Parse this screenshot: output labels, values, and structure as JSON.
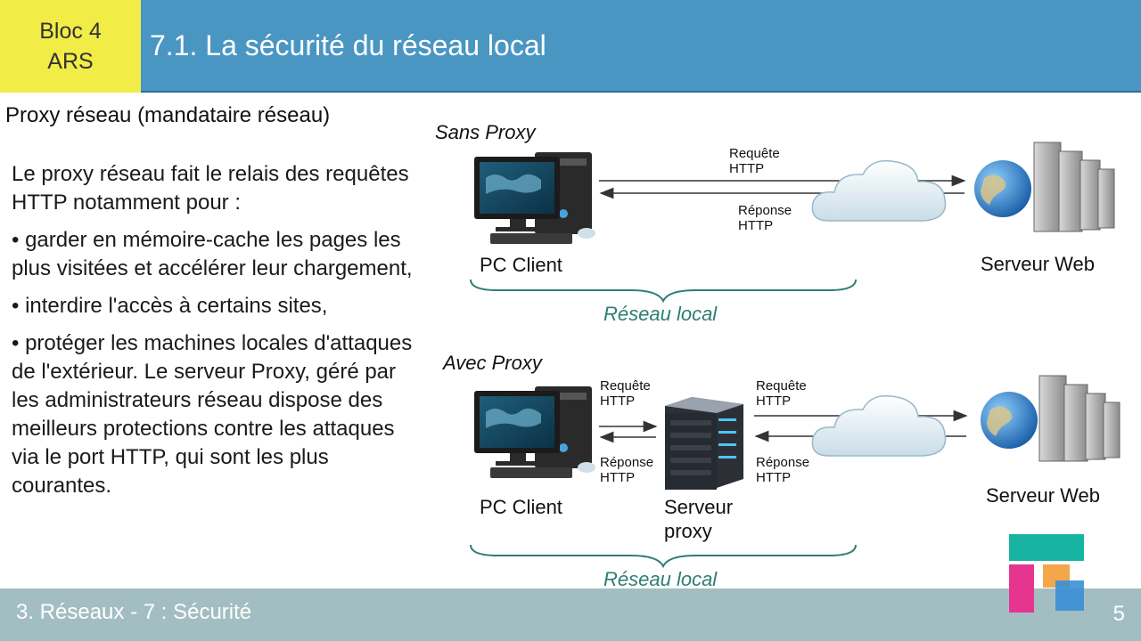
{
  "header": {
    "bloc_line1": "Bloc 4",
    "bloc_line2": "ARS",
    "title": "7.1. La sécurité du réseau local"
  },
  "subtitle": "Proxy réseau (mandataire réseau)",
  "body": {
    "intro": "Le proxy réseau fait le relais des requêtes HTTP notamment pour :",
    "bullets": [
      "• garder en mémoire-cache les pages les plus visitées et accélérer leur chargement,",
      "• interdire l'accès à certains sites,",
      "• protéger les machines locales d'attaques de l'extérieur. Le serveur Proxy, géré par les administrateurs réseau dispose des meilleurs protections contre les attaques via le port HTTP, qui sont les plus courantes."
    ]
  },
  "diagram_top": {
    "title": "Sans Proxy",
    "client_label": "PC Client",
    "server_label": "Serveur Web",
    "request_line1": "Requête",
    "request_line2": "HTTP",
    "response_line1": "Réponse",
    "response_line2": "HTTP",
    "network_label": "Réseau local"
  },
  "diagram_bottom": {
    "title": "Avec Proxy",
    "client_label": "PC Client",
    "proxy_label_line1": "Serveur",
    "proxy_label_line2": "proxy",
    "server_label": "Serveur Web",
    "request_left_line1": "Requête",
    "request_left_line2": "HTTP",
    "response_left_line1": "Réponse",
    "response_left_line2": "HTTP",
    "request_right_line1": "Requête",
    "request_right_line2": "HTTP",
    "response_right_line1": "Réponse",
    "response_right_line2": "HTTP",
    "network_label": "Réseau local"
  },
  "footer": {
    "section": "3. Réseaux  - 7 : Sécurité",
    "page": "5"
  },
  "colors": {
    "header_bg": "#4a96c3",
    "bloc_bg": "#f2ec47",
    "footer_bg": "#a3bec3",
    "network_label": "#2e7d74"
  }
}
